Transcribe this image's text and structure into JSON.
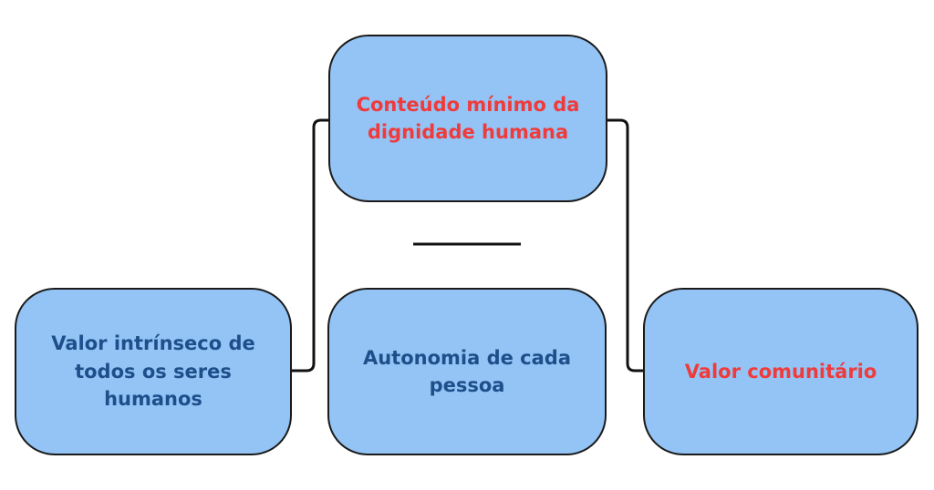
{
  "diagram": {
    "top_node": {
      "label": "Conteúdo mínimo da dignidade humana",
      "text_color": "#ef3b3b"
    },
    "nodes": [
      {
        "id": "left",
        "label": "Valor intrínseco de todos os seres humanos",
        "text_color": "#1f4f8b"
      },
      {
        "id": "center",
        "label": "Autonomia de cada pessoa",
        "text_color": "#1f4f8b"
      },
      {
        "id": "right",
        "label": "Valor comunitário",
        "text_color": "#ef3b3b"
      }
    ],
    "node_fill": "#93c4f5",
    "node_border": "#1a1a1a",
    "connector_color": "#111111"
  }
}
